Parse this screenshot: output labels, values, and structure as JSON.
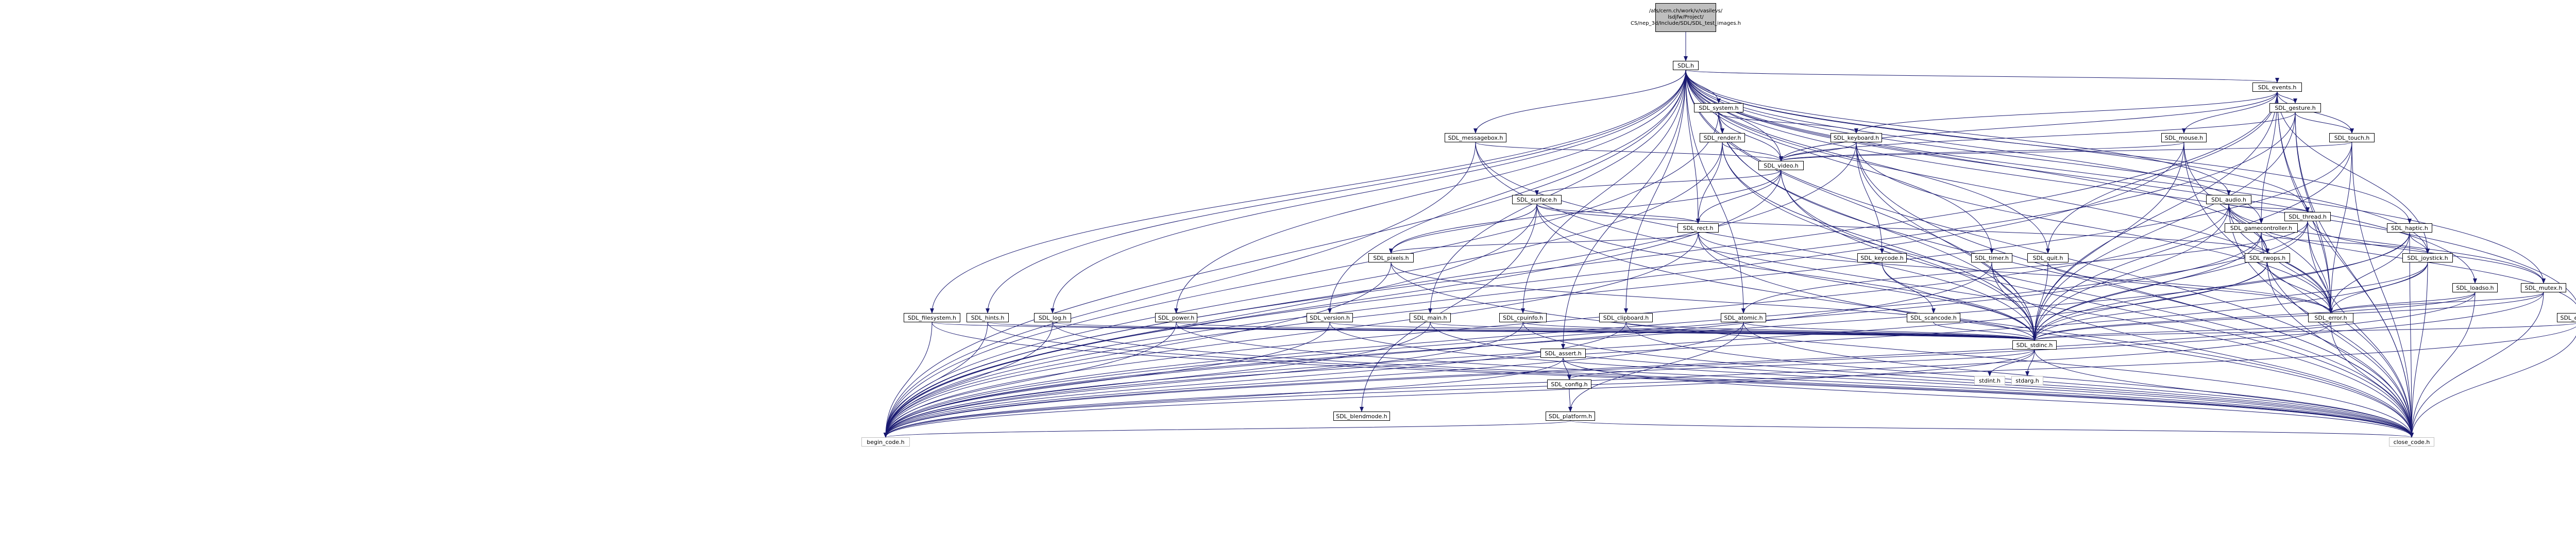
{
  "graph": {
    "root": "/afs/cern.ch/work/v/vasilevs/\nlsdjfw/Project/\nCS/nep_3d/Include/SDL/SDL_test_images.h",
    "colors": {
      "edge": "#191970",
      "node_border": "#000000",
      "leaf_border": "#bfbfbf",
      "root_fill": "#bfbfbf"
    },
    "nodes": {
      "root": "/afs/cern.ch/work/v/vasilevs/\nlsdjfw/Project/\nCS/nep_3d/Include/SDL/SDL_test_images.h",
      "sdl": "SDL.h",
      "events": "SDL_events.h",
      "system": "SDL_system.h",
      "gesture": "SDL_gesture.h",
      "render": "SDL_render.h",
      "keyboard": "SDL_keyboard.h",
      "messagebox": "SDL_messagebox.h",
      "mouse": "SDL_mouse.h",
      "touch": "SDL_touch.h",
      "video": "SDL_video.h",
      "audio": "SDL_audio.h",
      "surface": "SDL_surface.h",
      "thread": "SDL_thread.h",
      "gamecontroller": "SDL_gamecontroller.h",
      "haptic": "SDL_haptic.h",
      "rect": "SDL_rect.h",
      "pixels": "SDL_pixels.h",
      "keycode": "SDL_keycode.h",
      "timer": "SDL_timer.h",
      "rwops": "SDL_rwops.h",
      "quit": "SDL_quit.h",
      "joystick": "SDL_joystick.h",
      "loadso": "SDL_loadso.h",
      "mutex": "SDL_mutex.h",
      "error": "SDL_error.h",
      "endian": "SDL_endian.h",
      "filesystem": "SDL_filesystem.h",
      "hints": "SDL_hints.h",
      "log": "SDL_log.h",
      "power": "SDL_power.h",
      "version": "SDL_version.h",
      "main": "SDL_main.h",
      "cpuinfo": "SDL_cpuinfo.h",
      "clipboard": "SDL_clipboard.h",
      "atomic": "SDL_atomic.h",
      "scancode": "SDL_scancode.h",
      "stdinc": "SDL_stdinc.h",
      "assert": "SDL_assert.h",
      "config": "SDL_config.h",
      "platform": "SDL_platform.h",
      "blendmode": "SDL_blendmode.h",
      "begin": "begin_code.h",
      "close": "close_code.h",
      "stdint": "stdint.h",
      "stdarg": "stdarg.h"
    }
  }
}
